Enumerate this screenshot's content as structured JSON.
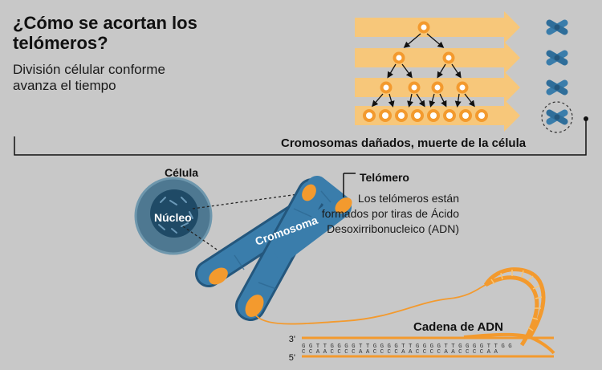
{
  "title": "¿Cómo se acortan los telómeros?",
  "subtitle": "División célular conforme avanza el tiempo",
  "damaged_label": "Cromosomas dañados, muerte de la célula",
  "cell_label": "Célula",
  "nucleus_label": "Núcleo",
  "chromosome_label": "Cromosoma",
  "telomere_label": "Telómero",
  "telomere_description": "Los telómeros están formados por tiras de Ácido Desoxirribonucleico (ADN)",
  "dna_chain_label": "Cadena de ADN",
  "strand_top": {
    "end": "3'",
    "sequence": "G G T T G G G G T T G G G G T T G G G G T T G G G G T T G G"
  },
  "strand_bottom": {
    "end": "5'",
    "sequence": "C C A A C C C C A A C C C C A A C C C C A A C C C C A A"
  },
  "division_rows": [
    1,
    2,
    4,
    8
  ],
  "colors": {
    "background": "#c8c8c8",
    "arrow": "#f7c77a",
    "orange": "#f39a2e",
    "chromosome": "#3a7dab",
    "chromosome_dark": "#24577d",
    "cell_outer": "#4e7891",
    "nucleus": "#1f4a66"
  }
}
